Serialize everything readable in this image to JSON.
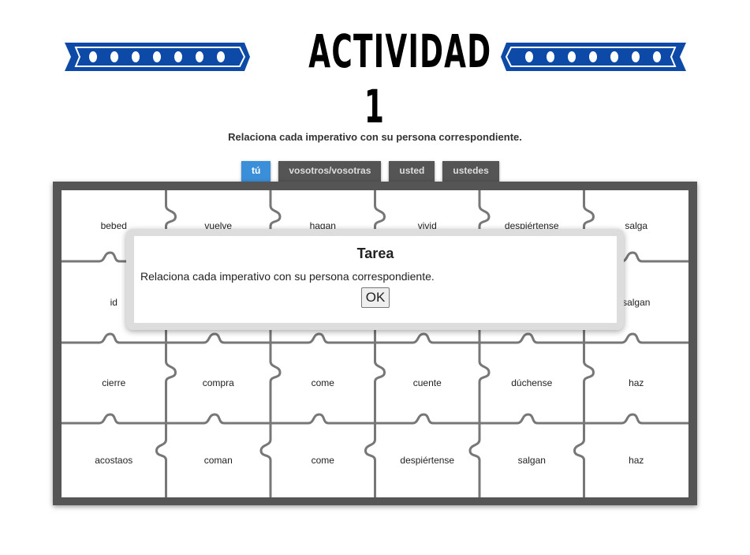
{
  "header": {
    "title": "ACTIVIDAD 1"
  },
  "instruction": "Relaciona cada imperativo con su persona correspondiente.",
  "tabs": [
    {
      "label": "tú",
      "active": true
    },
    {
      "label": "vosotros/vosotras"
    },
    {
      "label": "usted"
    },
    {
      "label": "ustedes"
    }
  ],
  "board": {
    "rows": [
      [
        "bebed",
        "vuelve",
        "hagan",
        "vivid",
        "despiértense",
        "salga"
      ],
      [
        "id",
        "",
        "",
        "",
        "",
        "salgan"
      ],
      [
        "cierre",
        "compra",
        "come",
        "cuente",
        "dúchense",
        "haz"
      ],
      [
        "acostaos",
        "coman",
        "come",
        "despiértense",
        "salgan",
        "haz"
      ]
    ]
  },
  "dialog": {
    "title": "Tarea",
    "message": "Relaciona cada imperativo con su persona correspondiente.",
    "ok_label": "OK"
  },
  "colors": {
    "accent": "#3b8fd9",
    "banner": "#0d4aa8",
    "board": "#555555"
  }
}
